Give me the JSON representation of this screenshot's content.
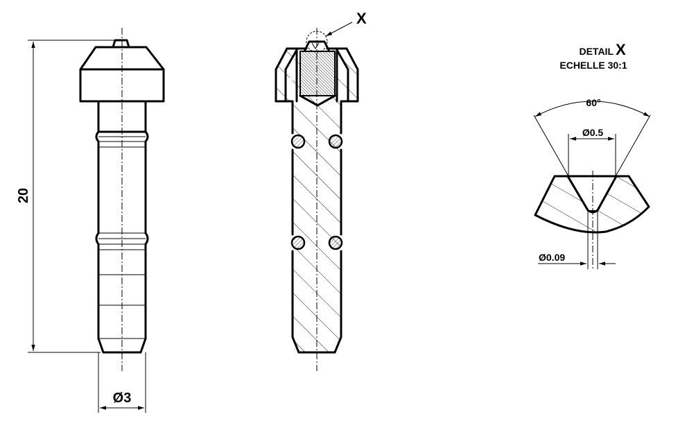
{
  "dimensions": {
    "length": "20",
    "diameter": "Ø3",
    "cone_angle": "60°",
    "tip_diameter": "Ø0.5",
    "point_diameter": "Ø0.09"
  },
  "detail": {
    "marker": "X",
    "title_prefix": "DETAIL",
    "title_letter": "X",
    "scale": "ECHELLE 30:1"
  }
}
